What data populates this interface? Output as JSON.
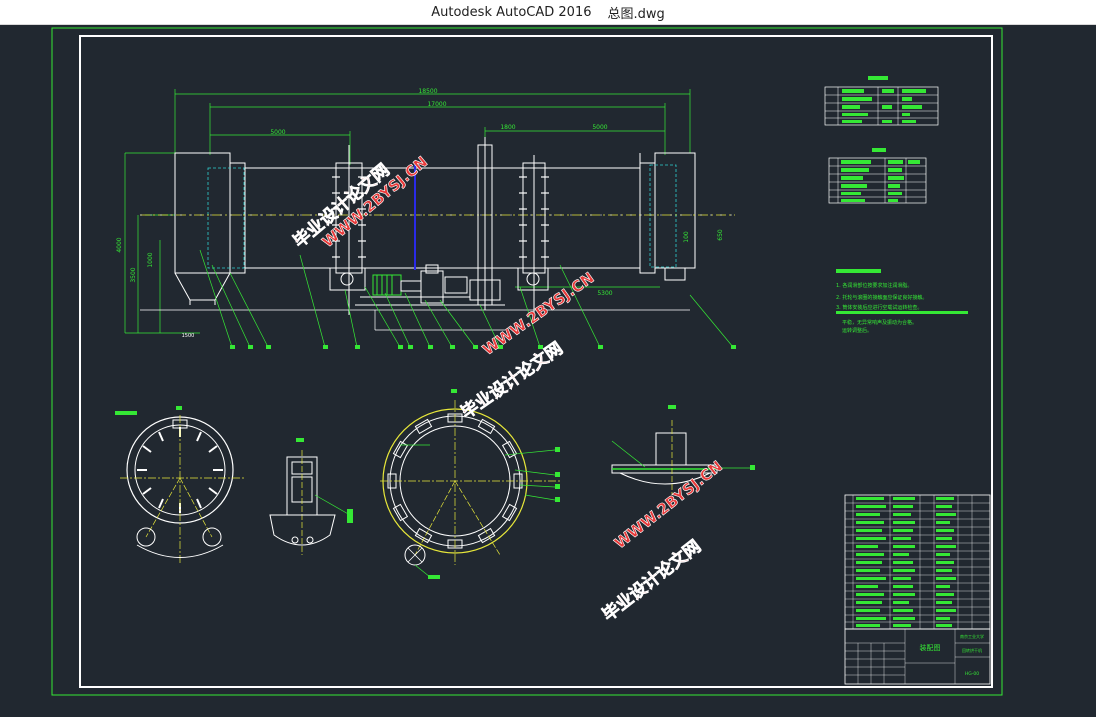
{
  "window": {
    "app_title": "Autodesk AutoCAD 2016",
    "file_name": "总图.dwg"
  },
  "dimensions": {
    "overall_length": "18500",
    "length_2": "17000",
    "segment_left": "5000",
    "segment_mid": "1800",
    "segment_right": "5000",
    "segment_bottom": "5300",
    "height_total": "4000",
    "height_2": "3500",
    "height_3": "1000",
    "dia_right": "650",
    "dia_mid": "100",
    "bottom_small": "1500"
  },
  "notes": {
    "line1": "1. 各润滑部位按要求加注润滑脂。",
    "line2": "2. 托轮与滚圈的接触面应保证良好接触。",
    "line3": "3. 筒体安装后应进行空载试运转检查。",
    "line4": "平稳，无异常响声及振动为合格。",
    "line5": "运转调整后。"
  },
  "title_block": {
    "drawing_name": "装配图",
    "school": "南京工业大学",
    "product": "回转烘干机",
    "drawing_no": "HG-00"
  },
  "watermark": {
    "text_cn": "毕业设计论文网",
    "text_url": "WWW.2BYSJ.CN"
  },
  "colors": {
    "canvas": "#212830",
    "frame_green": "#35e835",
    "frame_white": "#ffffff",
    "yellow": "#e8e83a",
    "cyan": "#30d0d0",
    "blue": "#2a2ae8",
    "magenta": "#e040e0",
    "watermark_red": "#e83a3a"
  }
}
